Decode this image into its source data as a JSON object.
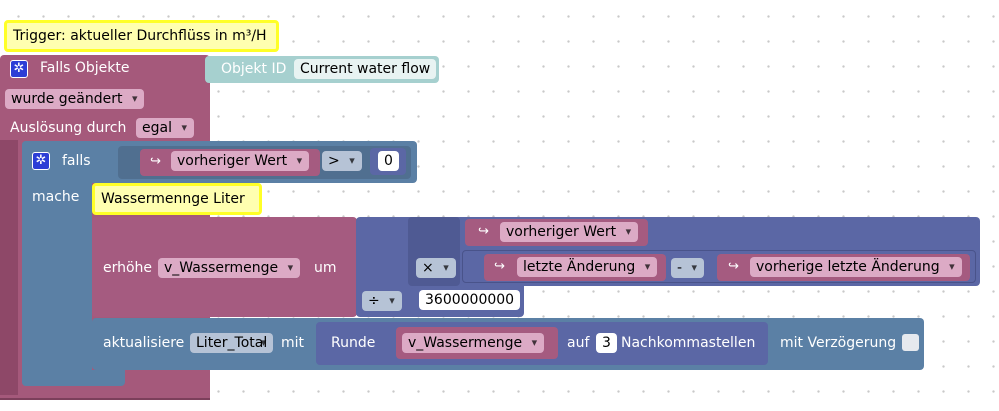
{
  "trigger": {
    "comment": "Trigger: aktueller Durchflüss in m³/H",
    "falls_objekte": "Falls Objekte",
    "objekt_id_label": "Objekt ID",
    "objekt_id_value": "Current water flow",
    "wurde_geaendert": "wurde geändert",
    "ausloesung_label": "Auslösung durch",
    "ausloesung_value": "egal"
  },
  "if_block": {
    "falls": "falls",
    "mache": "mache",
    "condition_var": "vorheriger Wert",
    "operator": ">",
    "compare_value": "0"
  },
  "comment2": "Wassermennge Liter",
  "increase": {
    "erhoehe": "erhöhe",
    "variable": "v_Wassermenge",
    "um": "um",
    "mul_op": "×",
    "div_op": "÷",
    "minus_op": "-",
    "vorheriger_wert": "vorheriger Wert",
    "letzte_aenderung": "letzte Änderung",
    "vorherige_letzte_aenderung": "vorherige letzte Änderung",
    "divisor": "3600000000"
  },
  "update": {
    "aktualisiere": "aktualisiere",
    "target": "Liter_Total",
    "mit": "mit",
    "runde": "Runde",
    "variable": "v_Wassermenge",
    "auf": "auf",
    "decimals": "3",
    "nachkommastellen": "Nachkommastellen",
    "mit_verzoegerung": "mit Verzögerung"
  },
  "colors": {
    "event_block": "#a5597b",
    "logic_block": "#5b80a5",
    "math_block": "#5b67a5",
    "variable_block": "#a55b80",
    "id_block": "#a6d0cf",
    "comment_fill": "#ffffb0",
    "comment_border": "#ffff27",
    "field_pink": "#dcaac5",
    "field_blue": "#b6c3d6"
  }
}
